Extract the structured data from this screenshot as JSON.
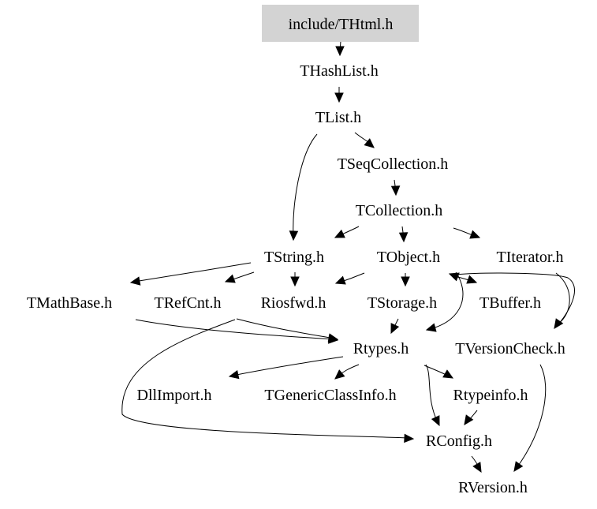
{
  "colors": {
    "background": "#ffffff",
    "root_fill": "#d3d3d3",
    "text": "#000000",
    "edge": "#000000"
  },
  "graph": {
    "nodes": [
      {
        "id": "thtml",
        "label": "include/THtml.h",
        "highlighted": true
      },
      {
        "id": "thashlist",
        "label": "THashList.h"
      },
      {
        "id": "tlist",
        "label": "TList.h"
      },
      {
        "id": "tseqcollection",
        "label": "TSeqCollection.h"
      },
      {
        "id": "tcollection",
        "label": "TCollection.h"
      },
      {
        "id": "tstring",
        "label": "TString.h"
      },
      {
        "id": "tobject",
        "label": "TObject.h"
      },
      {
        "id": "titerator",
        "label": "TIterator.h"
      },
      {
        "id": "tmathbase",
        "label": "TMathBase.h"
      },
      {
        "id": "trefcnt",
        "label": "TRefCnt.h"
      },
      {
        "id": "riosfwd",
        "label": "Riosfwd.h"
      },
      {
        "id": "tstorage",
        "label": "TStorage.h"
      },
      {
        "id": "tbuffer",
        "label": "TBuffer.h"
      },
      {
        "id": "rtypes",
        "label": "Rtypes.h"
      },
      {
        "id": "tversioncheck",
        "label": "TVersionCheck.h"
      },
      {
        "id": "dllimport",
        "label": "DllImport.h"
      },
      {
        "id": "tgenericclassinfo",
        "label": "TGenericClassInfo.h"
      },
      {
        "id": "rtypeinfo",
        "label": "Rtypeinfo.h"
      },
      {
        "id": "rconfig",
        "label": "RConfig.h"
      },
      {
        "id": "rversion",
        "label": "RVersion.h"
      }
    ],
    "edges": [
      {
        "from": "thtml",
        "to": "thashlist"
      },
      {
        "from": "thashlist",
        "to": "tlist"
      },
      {
        "from": "tlist",
        "to": "tseqcollection"
      },
      {
        "from": "tlist",
        "to": "tstring"
      },
      {
        "from": "tseqcollection",
        "to": "tcollection"
      },
      {
        "from": "tcollection",
        "to": "tstring"
      },
      {
        "from": "tcollection",
        "to": "tobject"
      },
      {
        "from": "tcollection",
        "to": "titerator"
      },
      {
        "from": "tstring",
        "to": "tmathbase"
      },
      {
        "from": "tstring",
        "to": "trefcnt"
      },
      {
        "from": "tstring",
        "to": "riosfwd"
      },
      {
        "from": "tobject",
        "to": "riosfwd"
      },
      {
        "from": "tobject",
        "to": "tstorage"
      },
      {
        "from": "tobject",
        "to": "tbuffer"
      },
      {
        "from": "tobject",
        "to": "rtypes"
      },
      {
        "from": "tobject",
        "to": "tversioncheck"
      },
      {
        "from": "titerator",
        "to": "tbuffer"
      },
      {
        "from": "tmathbase",
        "to": "rtypes"
      },
      {
        "from": "riosfwd",
        "to": "rtypes"
      },
      {
        "from": "riosfwd",
        "to": "rconfig"
      },
      {
        "from": "tstorage",
        "to": "rtypes"
      },
      {
        "from": "rtypes",
        "to": "dllimport"
      },
      {
        "from": "rtypes",
        "to": "tgenericclassinfo"
      },
      {
        "from": "rtypes",
        "to": "rtypeinfo"
      },
      {
        "from": "rtypes",
        "to": "rconfig"
      },
      {
        "from": "rtypeinfo",
        "to": "rconfig"
      },
      {
        "from": "tversioncheck",
        "to": "rversion"
      },
      {
        "from": "rconfig",
        "to": "rversion"
      }
    ]
  }
}
